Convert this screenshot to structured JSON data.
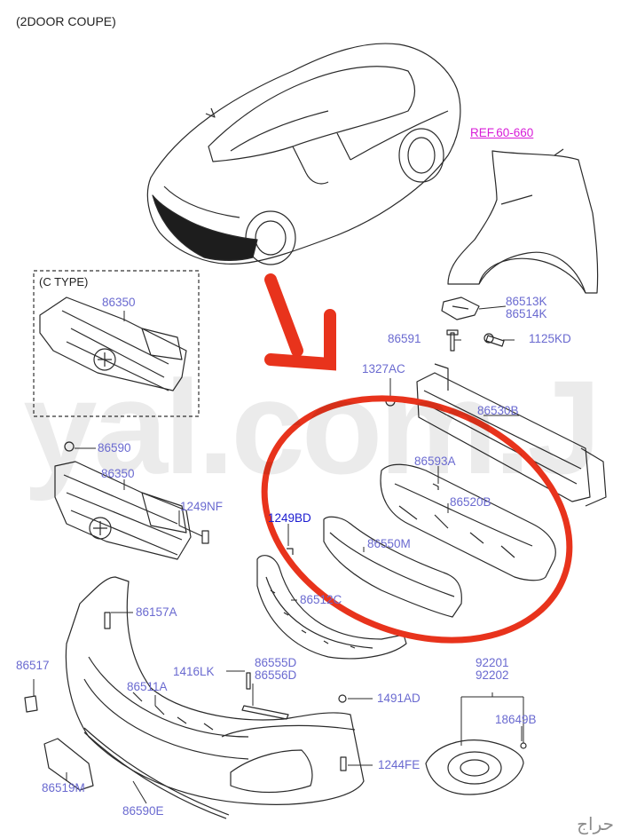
{
  "header": {
    "title": "(2DOOR COUPE)"
  },
  "inset": {
    "title": "(C TYPE)"
  },
  "reference": "REF.60-660",
  "watermark": "yal.com.J",
  "corner_logo": "حراج",
  "colors": {
    "highlight": "#e8331c",
    "part_label": "#6a6ad0",
    "ref_label": "#d81cd8",
    "bolt_label": "#1a1ad0"
  },
  "labels": {
    "p86350_inset": "86350",
    "p86513k": "86513K",
    "p86514k": "86514K",
    "p86591": "86591",
    "p1125kd": "1125KD",
    "p1327ac": "1327AC",
    "p86530b": "86530B",
    "p86590": "86590",
    "p86350": "86350",
    "p1249nf": "1249NF",
    "p86593a": "86593A",
    "p86520b": "86520B",
    "p1249bd": "1249BD",
    "p86550m": "86550M",
    "p86512c": "86512C",
    "p86157a": "86157A",
    "p86517": "86517",
    "p1416lk": "1416LK",
    "p86555d": "86555D",
    "p86556d": "86556D",
    "p86511a": "86511A",
    "p1491ad": "1491AD",
    "p92201": "92201",
    "p92202": "92202",
    "p18649b": "18649B",
    "p1244fe": "1244FE",
    "p86519m": "86519M",
    "p86590e": "86590E"
  }
}
